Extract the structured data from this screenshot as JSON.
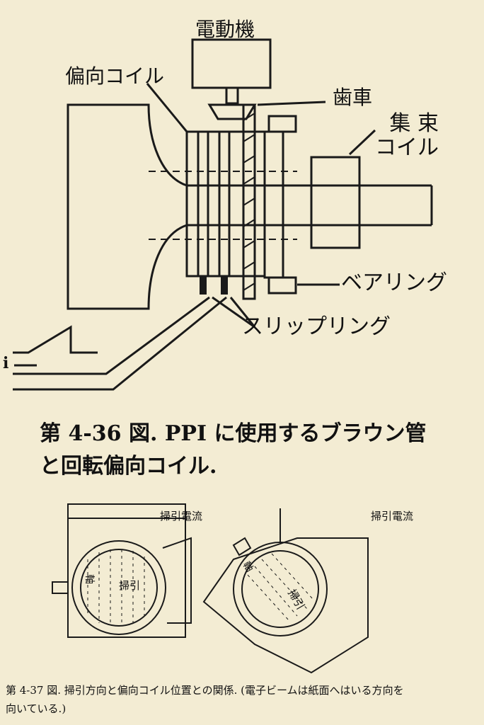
{
  "figure1": {
    "labels": {
      "motor": "電動機",
      "deflection_coil": "偏向コイル",
      "gear": "歯車",
      "focus_coil_line1": "集 束",
      "focus_coil_line2": "コイル",
      "bearing": "ベアリング",
      "slip_ring": "スリップリング",
      "current": "i"
    },
    "caption_line1": "第 4-36 図. PPI に使用するブラウン管",
    "caption_line2": "と回転偏向コイル."
  },
  "figure2": {
    "labels": {
      "sweep_current_left": "掃引電流",
      "sweep_current_right": "掃引電流",
      "sweep_left": "掃引",
      "sweep_right": "掃引",
      "axis_left": "軸",
      "axis_right": "軸"
    },
    "caption_line1": "第 4-37 図. 掃引方向と偏向コイル位置との関係. (電子ビームは紙面へはいる方向を",
    "caption_line2": "向いている.)"
  }
}
